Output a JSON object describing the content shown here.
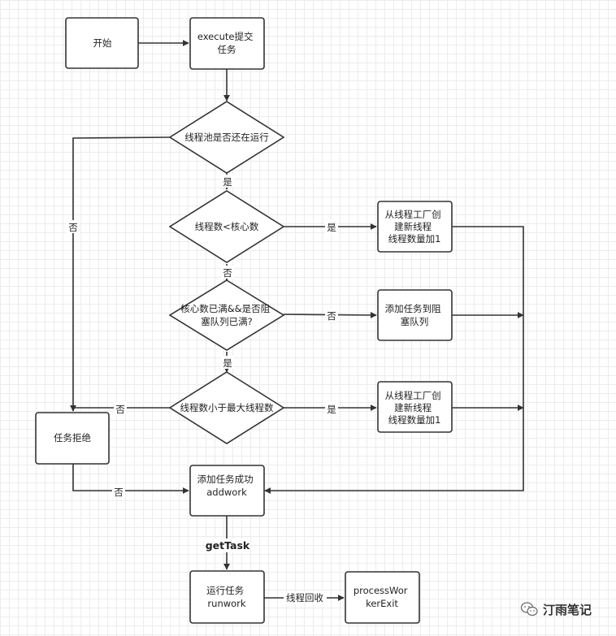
{
  "nodes": {
    "start": [
      "开始"
    ],
    "execute": [
      "execute提交",
      "任务"
    ],
    "pool_running": [
      "线程池是否还在运行"
    ],
    "lt_core": [
      "线程数<核心数"
    ],
    "create_worker_1": [
      "从线程工厂创",
      "建新线程",
      "线程数量加1"
    ],
    "core_full_queue": [
      "核心数已满&&是否阻",
      "塞队列已满?"
    ],
    "enqueue": [
      "添加任务到阻",
      "塞队列"
    ],
    "lt_max": [
      "线程数小于最大线程数"
    ],
    "create_worker_2": [
      "从线程工厂创",
      "建新线程",
      "线程数量加1"
    ],
    "reject": [
      "任务拒绝"
    ],
    "addwork": [
      "添加任务成功",
      "addwork"
    ],
    "runwork": [
      "运行任务",
      "runwork"
    ],
    "exit": [
      "processWor",
      "kerExit"
    ]
  },
  "edge_labels": {
    "yes_running": "是",
    "no_running": "否",
    "yes_core": "是",
    "no_core": "否",
    "no_queue": "否",
    "yes_queue": "是",
    "yes_max": "是",
    "no_max": "否",
    "reject_no": "否",
    "get_task": "getTask",
    "thread_recycle": "线程回收"
  },
  "watermark": {
    "text": "汀雨笔记",
    "icon": "wechat-icon"
  },
  "colors": {
    "stroke": "#333333",
    "fill": "#ffffff",
    "grid": "#ececec"
  }
}
